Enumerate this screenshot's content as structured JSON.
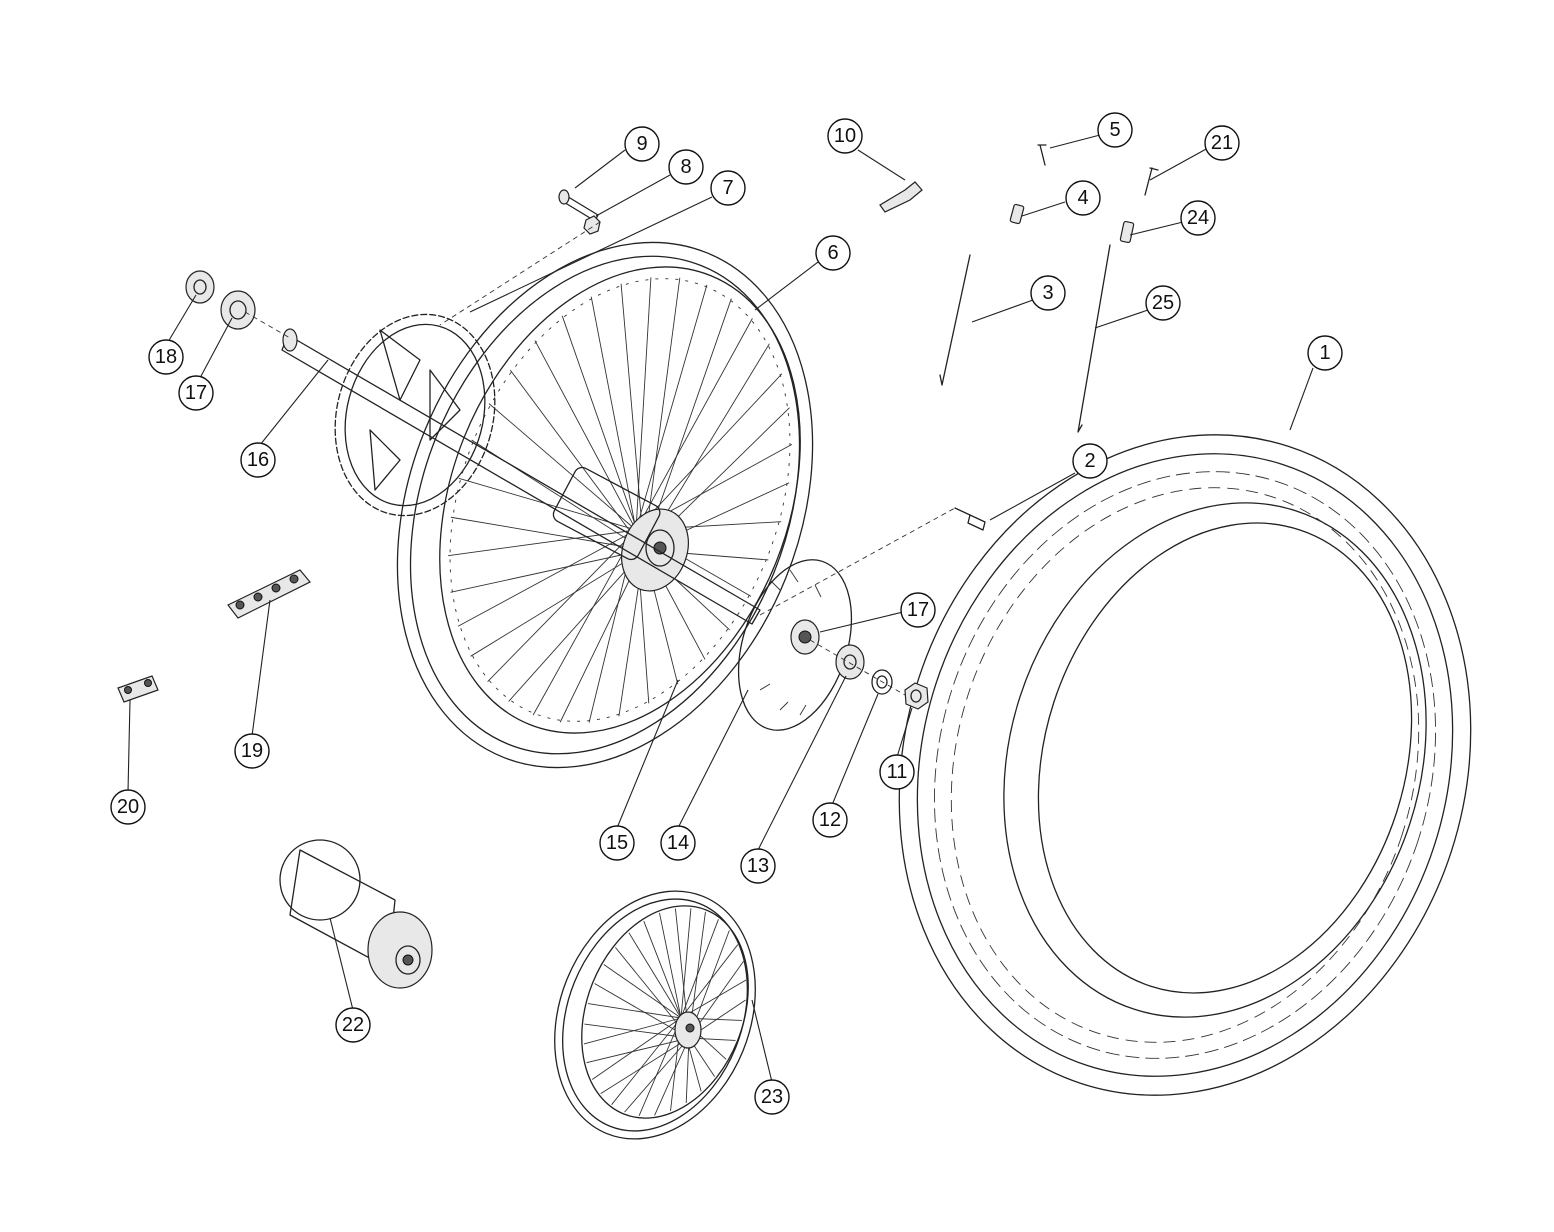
{
  "callouts": [
    {
      "id": "c1",
      "label": "1"
    },
    {
      "id": "c2",
      "label": "2"
    },
    {
      "id": "c3",
      "label": "3"
    },
    {
      "id": "c4",
      "label": "4"
    },
    {
      "id": "c5",
      "label": "5"
    },
    {
      "id": "c6",
      "label": "6"
    },
    {
      "id": "c7",
      "label": "7"
    },
    {
      "id": "c8",
      "label": "8"
    },
    {
      "id": "c9",
      "label": "9"
    },
    {
      "id": "c10",
      "label": "10"
    },
    {
      "id": "c11",
      "label": "11"
    },
    {
      "id": "c12",
      "label": "12"
    },
    {
      "id": "c13",
      "label": "13"
    },
    {
      "id": "c14",
      "label": "14"
    },
    {
      "id": "c15",
      "label": "15"
    },
    {
      "id": "c16",
      "label": "16"
    },
    {
      "id": "c17a",
      "label": "17"
    },
    {
      "id": "c17b",
      "label": "17"
    },
    {
      "id": "c18",
      "label": "18"
    },
    {
      "id": "c19",
      "label": "19"
    },
    {
      "id": "c20",
      "label": "20"
    },
    {
      "id": "c21",
      "label": "21"
    },
    {
      "id": "c22",
      "label": "22"
    },
    {
      "id": "c23",
      "label": "23"
    },
    {
      "id": "c24",
      "label": "24"
    },
    {
      "id": "c25",
      "label": "25"
    }
  ]
}
